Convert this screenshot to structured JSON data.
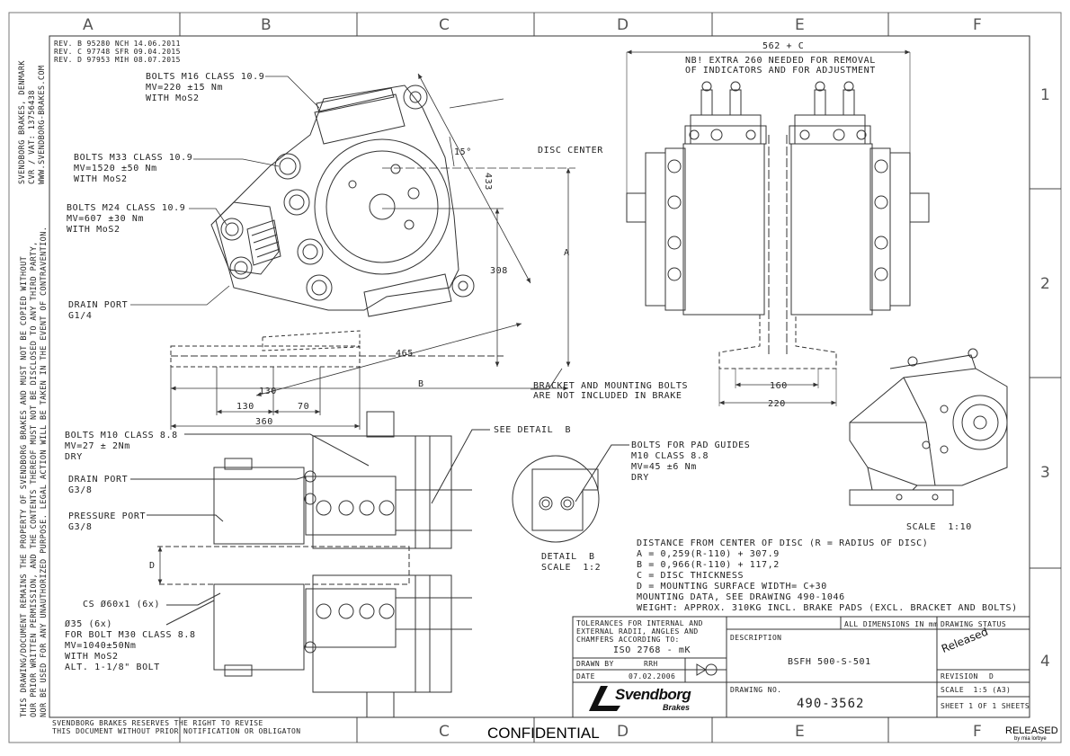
{
  "zones": {
    "columns": [
      "A",
      "B",
      "C",
      "D",
      "E",
      "F"
    ],
    "rows": [
      "1",
      "2",
      "3",
      "4"
    ]
  },
  "revisions": [
    "REV. B 95280 NCH 14.06.2011",
    "REV. C 97748 SFR 09.04.2015",
    "REV. D 97953 MIH 08.07.2015"
  ],
  "company_margin": [
    "SVENDBORG BRAKES, DENMARK",
    "CVR / VAT: 13756438",
    "WWW.SVENDBORG-BRAKES.COM"
  ],
  "copyright_margin": [
    "THIS DRAWING/DOCUMENT REMAINS THE PROPERTY OF SVENDBORG BRAKES AND MUST NOT BE COPIED WITHOUT",
    "OUR PRIOR WRITTEN PERMISSION, AND THE CONTENTS THEREOF MUST NOT BE DISCLOSED TO ANY THIRD PARTY,",
    "NOR BE USED FOR ANY UNAUTHORIZED PURPOSE. LEGAL ACTION WILL BE TAKEN IN THE EVENT OF CONTRAVENTION."
  ],
  "callouts": {
    "m16": [
      "BOLTS M16 CLASS 10.9",
      "MV=220 ±15 Nm",
      "WITH MoS2"
    ],
    "m33": [
      "BOLTS M33 CLASS 10.9",
      "MV=1520 ±50 Nm",
      "WITH MoS2"
    ],
    "m24": [
      "BOLTS M24 CLASS 10.9",
      "MV=607 ±30 Nm",
      "WITH MoS2"
    ],
    "drain_top": [
      "DRAIN PORT",
      "G1/4"
    ],
    "disc_center": "DISC CENTER",
    "bracket": [
      "BRACKET AND MOUNTING BOLTS",
      "ARE NOT INCLUDED IN BRAKE"
    ],
    "m10": [
      "BOLTS M10 CLASS 8.8",
      "MV=27 ± 2Nm",
      "DRY"
    ],
    "drain_lower": [
      "DRAIN PORT",
      "G3/8"
    ],
    "pressure": [
      "PRESSURE PORT",
      "G3/8"
    ],
    "see_detail": "SEE DETAIL  B",
    "pad_guides": [
      "BOLTS FOR PAD GUIDES",
      "M10 CLASS 8.8",
      "MV=45 ±6 Nm",
      "DRY"
    ],
    "detail_b": [
      "DETAIL  B",
      "SCALE  1:2"
    ],
    "cs": "CS Ø60x1 (6x)",
    "bolt_m30": [
      "Ø35 (6x)",
      "FOR BOLT M30 CLASS 8.8",
      "MV=1040±50Nm",
      "WITH MoS2",
      "ALT. 1-1/8\" BOLT"
    ],
    "nb_extra": [
      "NB! EXTRA 260 NEEDED FOR REMOVAL",
      "OF INDICATORS AND FOR ADJUSTMENT"
    ],
    "scale_iso": "SCALE  1:10"
  },
  "dimensions": {
    "d562": "562 + C",
    "d433": "433",
    "d15": "15°",
    "dA": "A",
    "d308": "308",
    "d465": "465",
    "dB": "B",
    "d130a": "130",
    "d130b": "130",
    "d70": "70",
    "d360": "360",
    "d160": "160",
    "d220": "220",
    "dD": "D"
  },
  "notes": [
    "DISTANCE FROM CENTER OF DISC (R = RADIUS OF DISC)",
    "A = 0,259(R-110) + 307.9",
    "B = 0,966(R-110) + 117,2",
    "C = DISC THICKNESS",
    "D = MOUNTING SURFACE WIDTH= C+30",
    "MOUNTING DATA, SEE DRAWING 490-1046",
    "WEIGHT: APPROX. 310KG INCL. BRAKE PADS (EXCL. BRACKET AND BOLTS)"
  ],
  "title_block": {
    "tolerances": [
      "TOLERANCES FOR INTERNAL AND",
      "EXTERNAL RADII, ANGLES AND",
      "CHAMFERS ACCORDING TO:"
    ],
    "iso": "ISO 2768 - mK",
    "all_dims": "ALL DIMENSIONS IN mm",
    "drawing_status": "DRAWING STATUS",
    "released": "Released",
    "description_label": "DESCRIPTION",
    "description": "BSFH 500-S-501",
    "drawn_by_label": "DRAWN BY",
    "drawn_by": "RRH",
    "date_label": "DATE",
    "date": "07.02.2006",
    "revision_label": "REVISION",
    "revision": "D",
    "drawing_no_label": "DRAWING NO.",
    "drawing_no": "490-3562",
    "scale": "SCALE  1:5 (A3)",
    "sheet": "SHEET 1 OF 1 SHEETS",
    "logo_name": "Svendborg",
    "logo_sub": "Brakes"
  },
  "footer": [
    "SVENDBORG BRAKES RESERVES THE RIGHT TO REVISE",
    "THIS DOCUMENT WITHOUT PRIOR NOTIFICATION OR OBLIGATON"
  ],
  "confidential": "CONFIDENTIAL",
  "released_corner": "RELEASED",
  "released_corner_sub": "by mia lorbye"
}
